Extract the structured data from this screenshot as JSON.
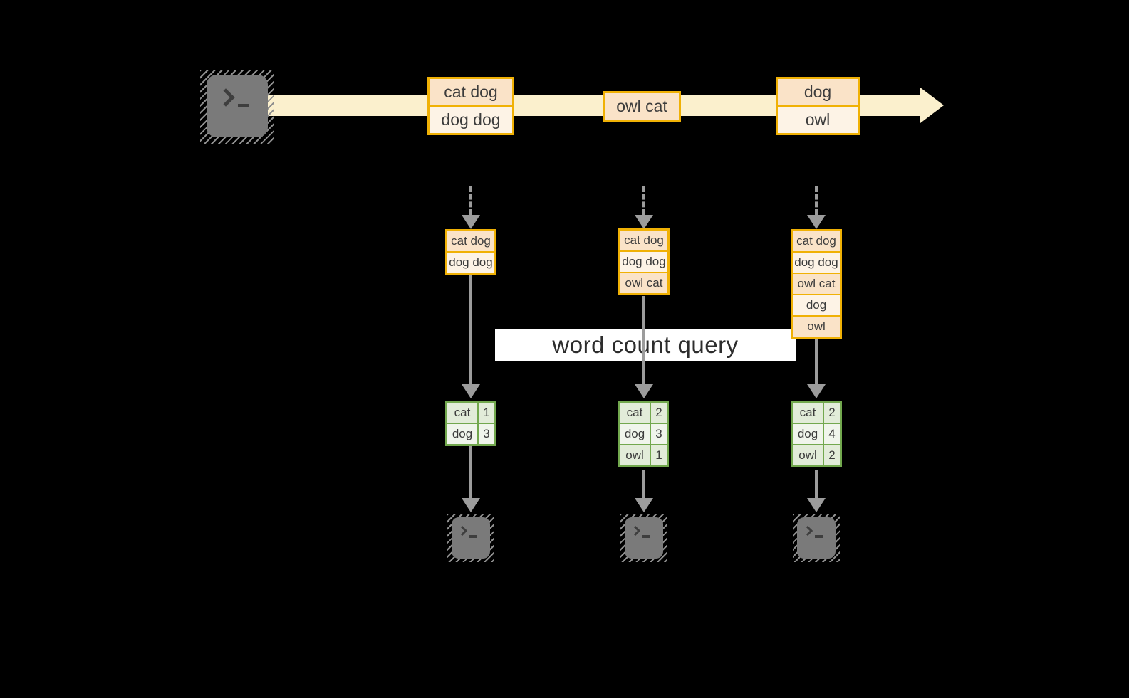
{
  "banner": {
    "label": "word count query"
  },
  "stream": {
    "events": [
      {
        "lines": [
          "cat dog",
          "dog dog"
        ]
      },
      {
        "lines": [
          "owl cat"
        ]
      },
      {
        "lines": [
          "dog",
          "owl"
        ]
      }
    ]
  },
  "columns": [
    {
      "input": {
        "lines": [
          "cat dog",
          "dog dog"
        ]
      },
      "counts": {
        "rows": [
          {
            "word": "cat",
            "count": "1"
          },
          {
            "word": "dog",
            "count": "3"
          }
        ]
      }
    },
    {
      "input": {
        "lines": [
          "cat dog",
          "dog dog",
          "owl cat"
        ]
      },
      "counts": {
        "rows": [
          {
            "word": "cat",
            "count": "2"
          },
          {
            "word": "dog",
            "count": "3"
          },
          {
            "word": "owl",
            "count": "1"
          }
        ]
      }
    },
    {
      "input": {
        "lines": [
          "cat dog",
          "dog dog",
          "owl cat",
          "dog",
          "owl"
        ]
      },
      "counts": {
        "rows": [
          {
            "word": "cat",
            "count": "2"
          },
          {
            "word": "dog",
            "count": "4"
          },
          {
            "word": "owl",
            "count": "2"
          }
        ]
      }
    }
  ],
  "icons": {
    "source": "terminal-icon",
    "sink": "terminal-icon"
  },
  "colors": {
    "background": "#000000",
    "stream_band": "#fbf0cd",
    "record_border": "#f0b105",
    "record_fill_a": "#fae3c8",
    "record_fill_b": "#fdf3e6",
    "table_border": "#72a84e",
    "table_fill_a": "#e2ecd9",
    "table_fill_b": "#f0f5ec",
    "connector_gray": "#9c9c9c",
    "banner_bg": "#ffffff"
  }
}
